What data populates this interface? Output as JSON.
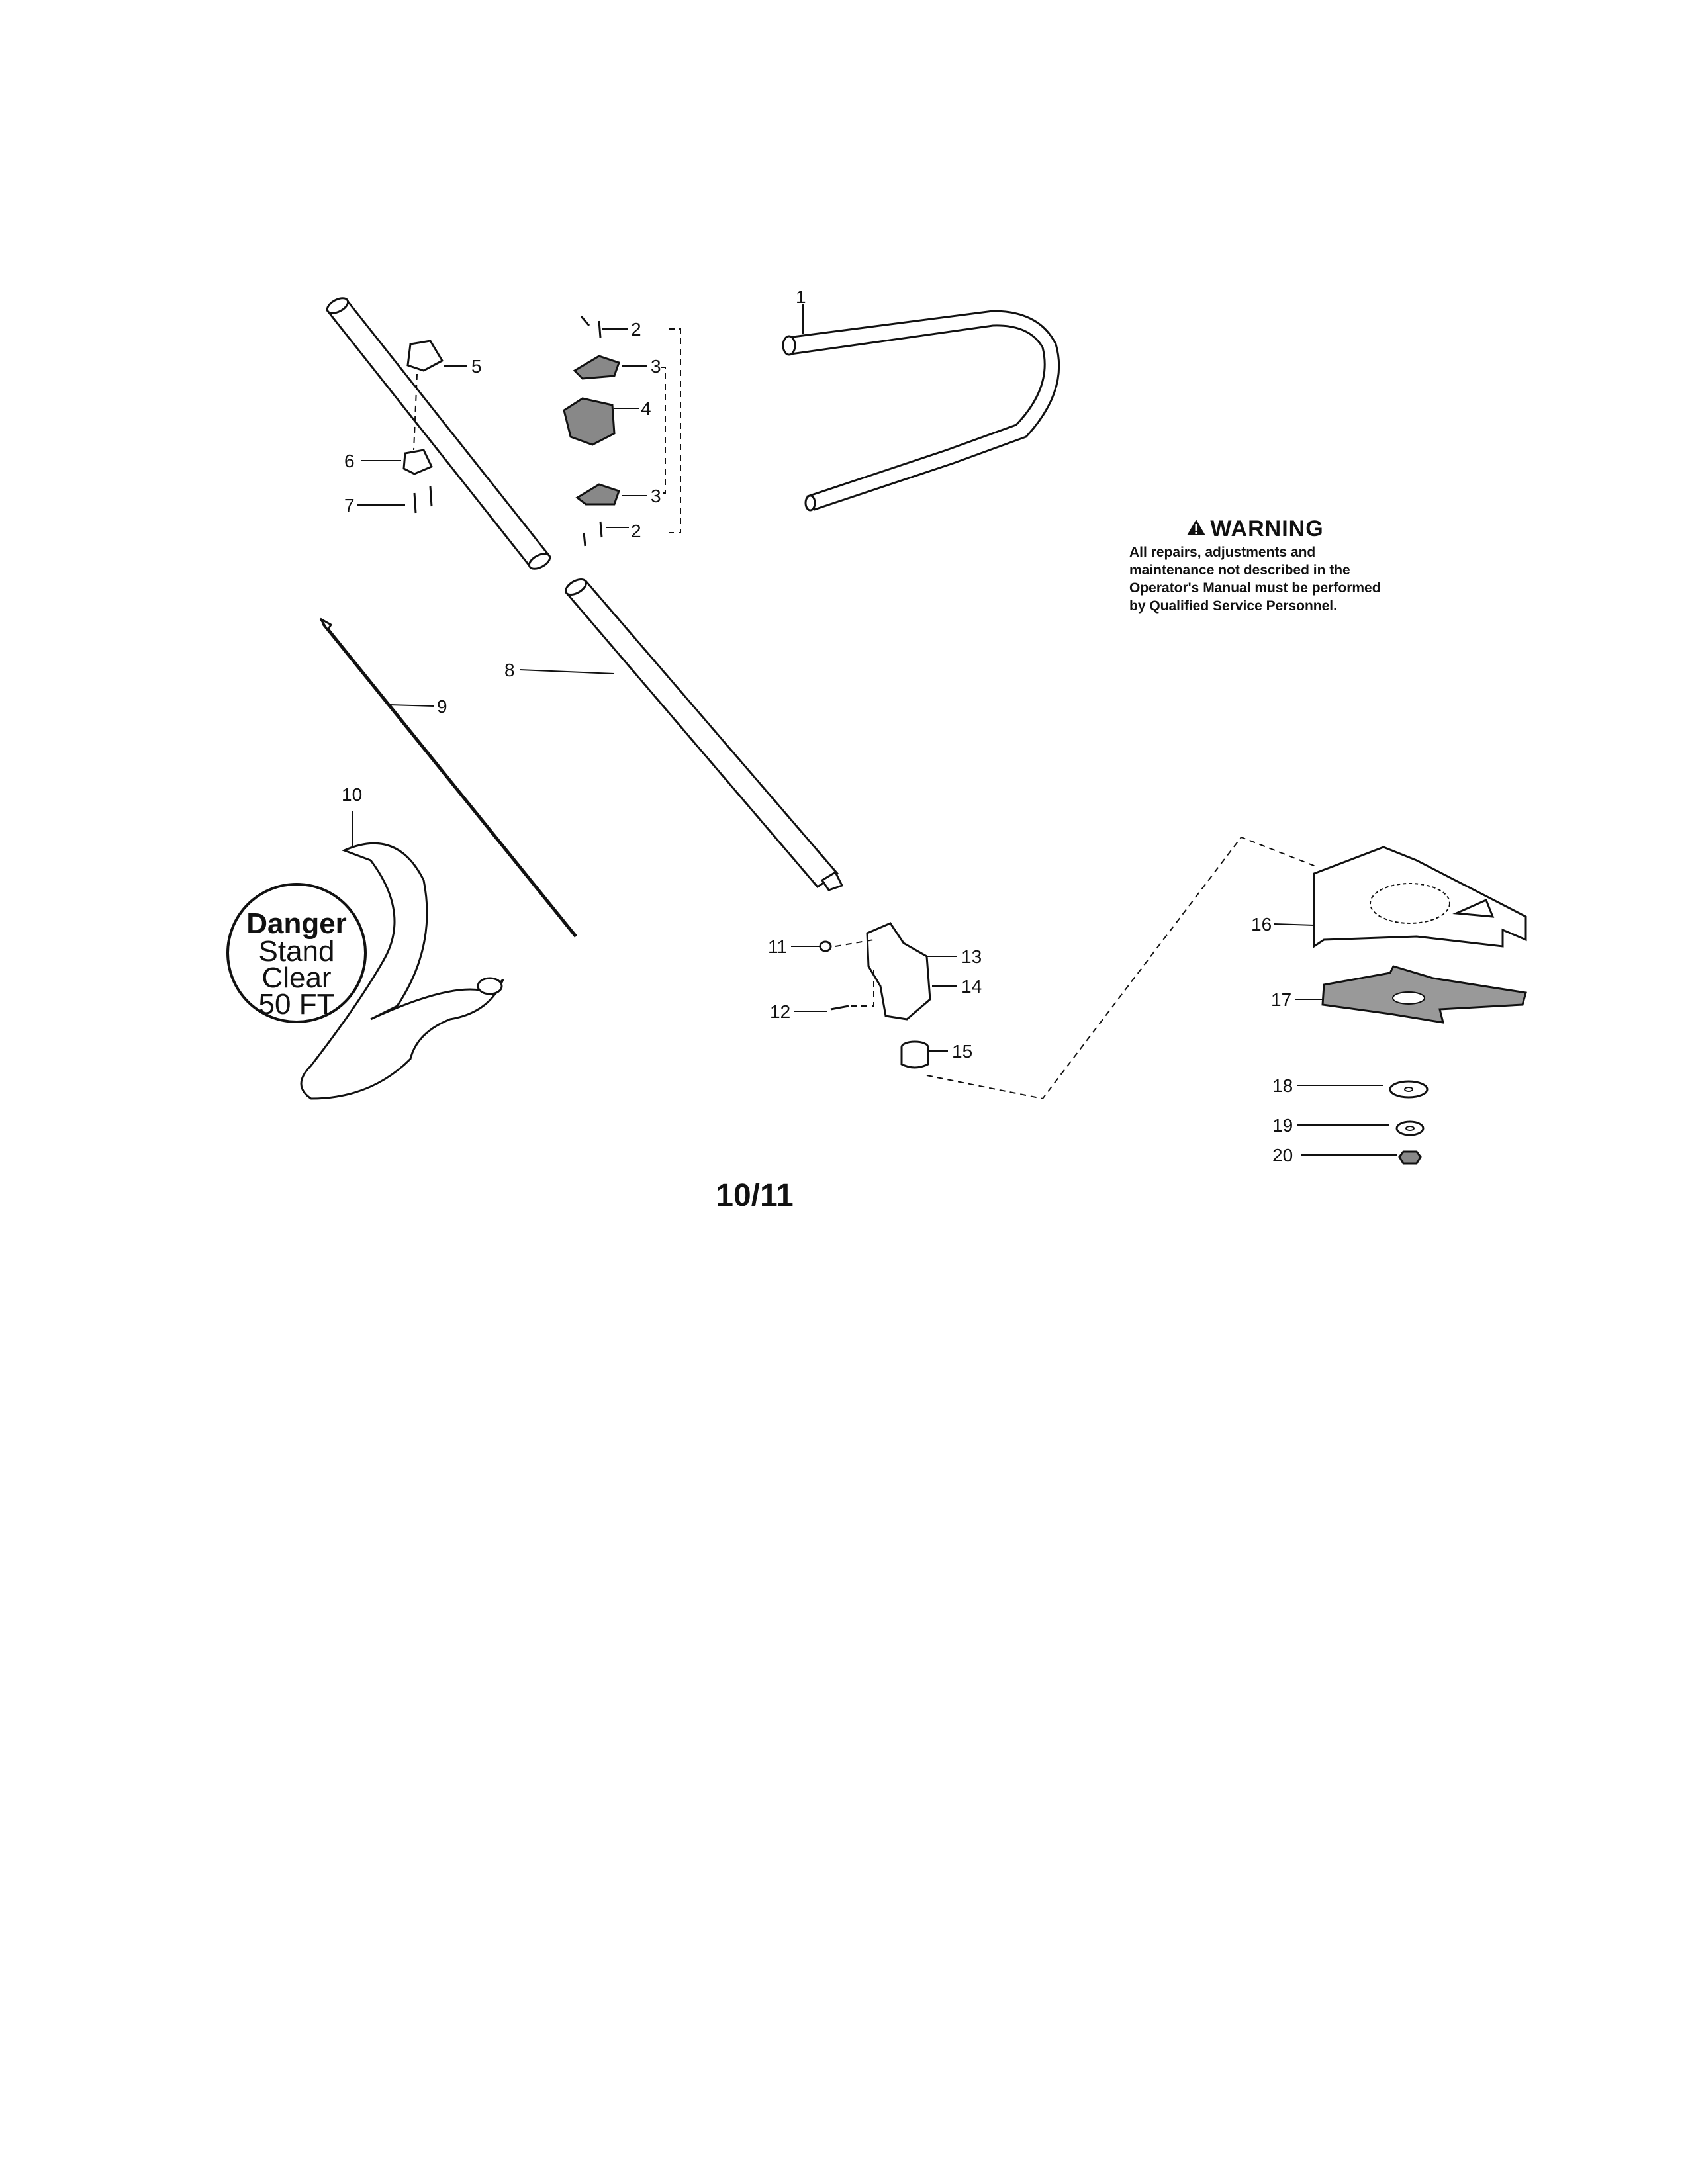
{
  "callouts": {
    "c1": "1",
    "c2a": "2",
    "c2b": "2",
    "c3a": "3",
    "c3b": "3",
    "c4": "4",
    "c5": "5",
    "c6": "6",
    "c7": "7",
    "c8": "8",
    "c9": "9",
    "c10": "10",
    "c11": "11",
    "c12": "12",
    "c13": "13",
    "c14": "14",
    "c15": "15",
    "c16": "16",
    "c17": "17",
    "c18": "18",
    "c19": "19",
    "c20": "20"
  },
  "warning": {
    "title": "WARNING",
    "body": "All repairs, adjustments and maintenance not described in the Operator's Manual must be performed by Qualified Service Personnel."
  },
  "danger_label": {
    "line1": "Danger",
    "line2": "Stand",
    "line3": "Clear",
    "line4": "50 FT"
  },
  "page_number": "10/11"
}
